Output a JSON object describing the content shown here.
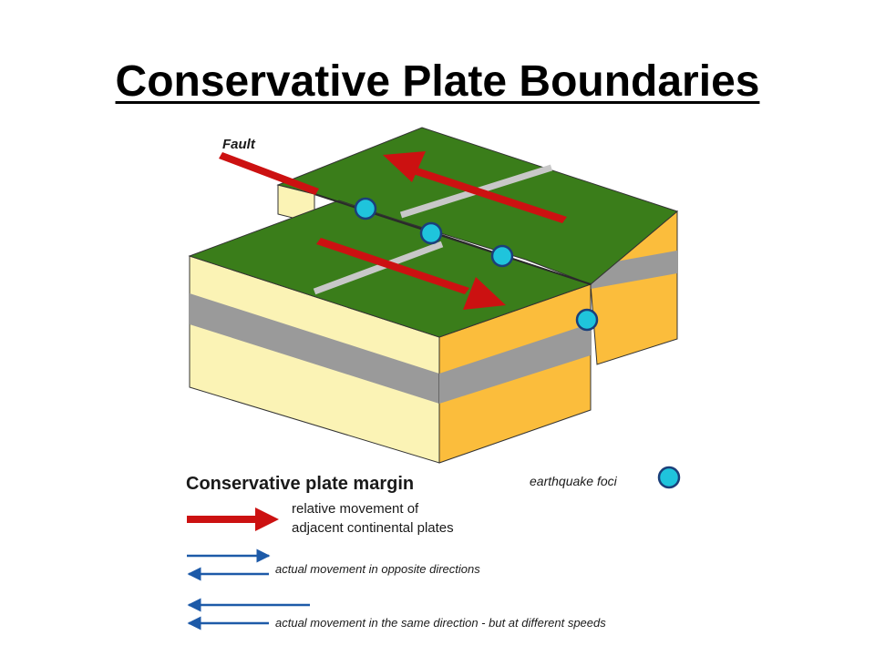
{
  "title": "Conservative Plate Boundaries",
  "diagram": {
    "fault_label": "Fault",
    "legend": {
      "heading": "Conservative plate margin",
      "foci_label": "earthquake foci",
      "relative_line1": "relative movement of",
      "relative_line2": "adjacent continental plates",
      "opposite_label": "actual movement in opposite directions",
      "same_label": "actual movement in the same direction - but at different speeds"
    },
    "colors": {
      "surface": "#3a7d1a",
      "upper_layer_front": "#fbf3b5",
      "upper_layer_side": "#fbbd3c",
      "mid_band": "#9a9a9a",
      "arrow_red": "#cc1111",
      "arrow_blue": "#1d5aa8",
      "foci": "#1fc4dc"
    }
  }
}
